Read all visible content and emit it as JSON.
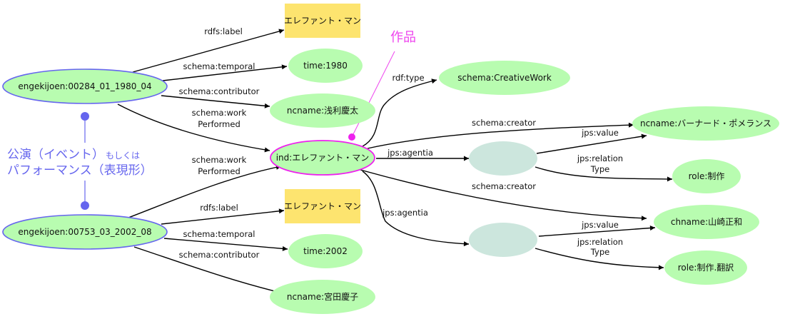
{
  "nodes": {
    "perf1": "engekijoen:00284_01_1980_04",
    "perf2": "engekijoen:00753_03_2002_08",
    "label1": "エレファント・マン",
    "label2": "エレファント・マン",
    "time1": "time:1980",
    "time2": "time:2002",
    "contrib1": "ncname:浅利慶太",
    "contrib2": "ncname:宮田慶子",
    "work": "ind:エレファント・マン",
    "creativework": "schema:CreativeWork",
    "creator1": "ncname:バーナード・ポメランス",
    "role1": "role:制作",
    "creator2": "chname:山崎正和",
    "role2": "role:制作.翻訳",
    "blank1": "",
    "blank2": ""
  },
  "edges": {
    "p1_label": "rdfs:label",
    "p1_temporal": "schema:temporal",
    "p1_contributor": "schema:contributor",
    "p1_work_1": "schema:work",
    "p1_work_2": "Performed",
    "p2_work_1": "schema:work",
    "p2_work_2": "Performed",
    "p2_label": "rdfs:label",
    "p2_temporal": "schema:temporal",
    "p2_contributor": "schema:contributor",
    "w_type": "rdf:type",
    "w_creator1": "schema:creator",
    "w_agentia1": "jps:agentia",
    "w_creator2": "schema:creator",
    "w_agentia2": "jps:agentia",
    "b1_value": "jps:value",
    "b1_rel_1": "jps:relation",
    "b1_rel_2": "Type",
    "b2_value": "jps:value",
    "b2_rel_1": "jps:relation",
    "b2_rel_2": "Type"
  },
  "annotations": {
    "work_note": "作品",
    "perf_note_line1_a": "公演（イベント）",
    "perf_note_line1_b": "もしくは",
    "perf_note_line2": "パフォーマンス（表現形）"
  },
  "colors": {
    "literal_fill": "#fde46f",
    "resource_fill": "#b8fcb0",
    "blank_fill": "#cce6dd",
    "perf_stroke": "#6666ee",
    "work_stroke": "#ee22ee",
    "annotation_blue": "#6666ee",
    "annotation_pink": "#ee44ee"
  }
}
